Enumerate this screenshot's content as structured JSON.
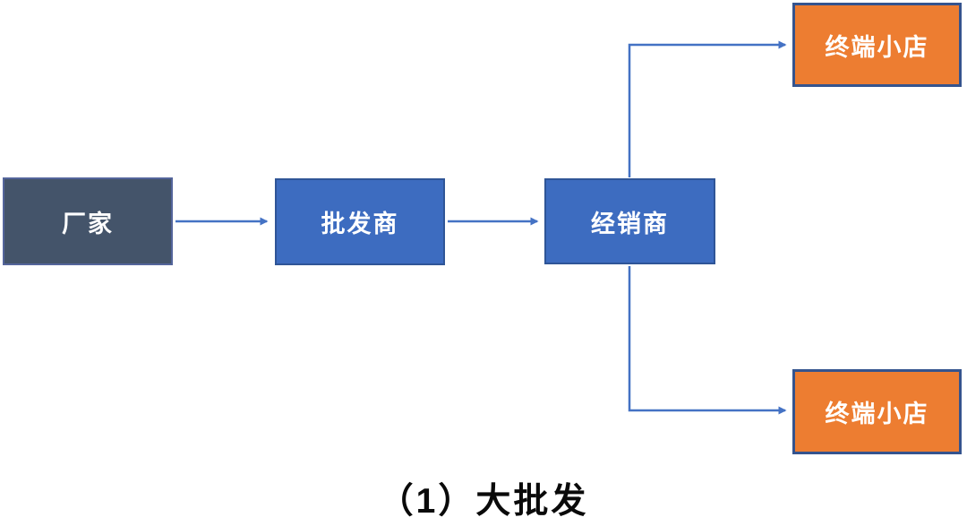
{
  "diagram": {
    "caption": "（1）大批发",
    "nodes": [
      {
        "id": "factory",
        "label": "厂家",
        "fill": "#44546A"
      },
      {
        "id": "wholesaler",
        "label": "批发商",
        "fill": "#3D6CC0"
      },
      {
        "id": "dealer",
        "label": "经销商",
        "fill": "#3D6CC0"
      },
      {
        "id": "shop-top",
        "label": "终端小店",
        "fill": "#ED7D31"
      },
      {
        "id": "shop-bottom",
        "label": "终端小店",
        "fill": "#ED7D31"
      }
    ],
    "edges": [
      {
        "from": "factory",
        "to": "wholesaler",
        "style": "straight-arrow"
      },
      {
        "from": "wholesaler",
        "to": "dealer",
        "style": "straight-arrow"
      },
      {
        "from": "dealer",
        "to": "shop-top",
        "style": "elbow-arrow-up"
      },
      {
        "from": "dealer",
        "to": "shop-bottom",
        "style": "elbow-arrow-down"
      }
    ],
    "colors": {
      "node_dark": "#44546A",
      "node_blue": "#3D6CC0",
      "node_orange": "#ED7D31",
      "node_border_navy": "#2F5597",
      "orange_border_navy": "#35548E",
      "arrow": "#4472C4",
      "node_text": "#FFFFFF",
      "caption_text": "#0A0A0A",
      "background": "#FFFFFF"
    }
  }
}
